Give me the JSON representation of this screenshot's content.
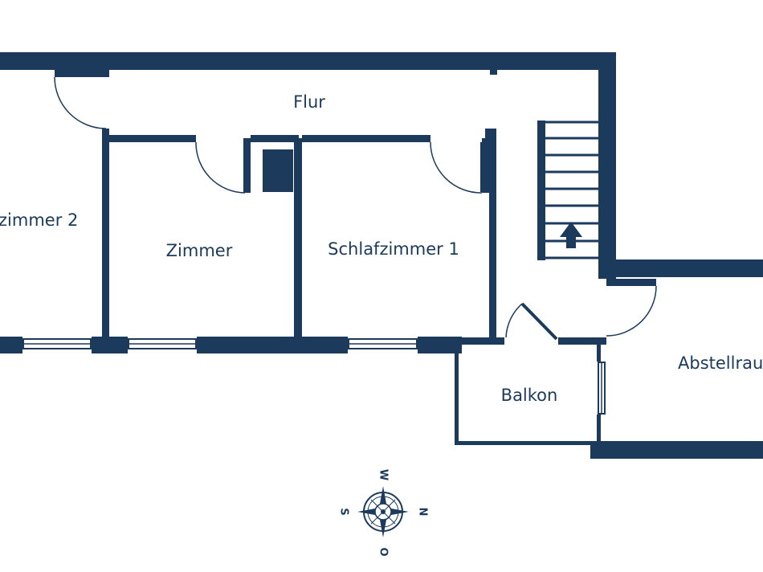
{
  "rooms": {
    "flur": "Flur",
    "zimmer2": "zimmer 2",
    "zimmer": "Zimmer",
    "schlafzimmer1": "Schlafzimmer 1",
    "balkon": "Balkon",
    "abstellraum": "Abstellrau"
  },
  "compass": {
    "north": "N",
    "south": "S",
    "east": "O",
    "west": "W"
  },
  "colors": {
    "wall": "#1b3a5c",
    "background": "#ffffff"
  }
}
